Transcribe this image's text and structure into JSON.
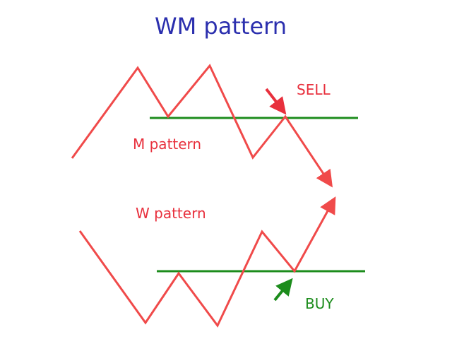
{
  "title": "WM pattern",
  "labels": {
    "sell": "SELL",
    "m_pattern": "M pattern",
    "w_pattern": "W pattern",
    "buy": "BUY"
  },
  "colors": {
    "title": "#2b2fae",
    "price_line": "#f04a4a",
    "neckline": "#1c8c1c",
    "sell_arrow": "#e8303d",
    "buy_arrow": "#1c8c1c"
  }
}
